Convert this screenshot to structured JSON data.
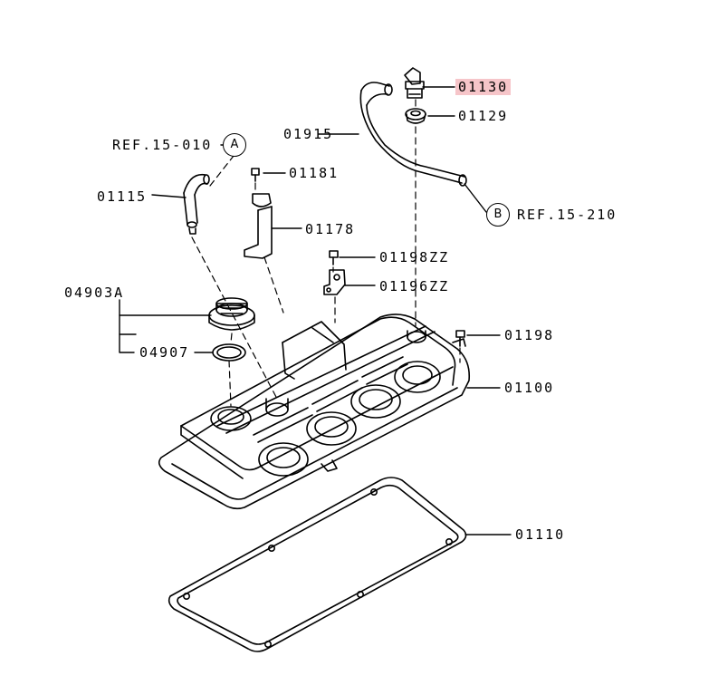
{
  "labels": {
    "p01130": "01130",
    "p01129": "01129",
    "p01915": "01915",
    "ref_b": "REF.15-210",
    "ref_a": "REF.15-010",
    "p01181": "01181",
    "p01115": "01115",
    "p01178": "01178",
    "p01198zz": "01198ZZ",
    "p01196zz": "01196ZZ",
    "p04903a": "04903A",
    "p01198": "01198",
    "p04907": "04907",
    "p01100": "01100",
    "p01110": "01110"
  },
  "markers": {
    "a": "A",
    "b": "B"
  },
  "colors": {
    "highlight": "#f6c5c9",
    "line": "#000000"
  }
}
